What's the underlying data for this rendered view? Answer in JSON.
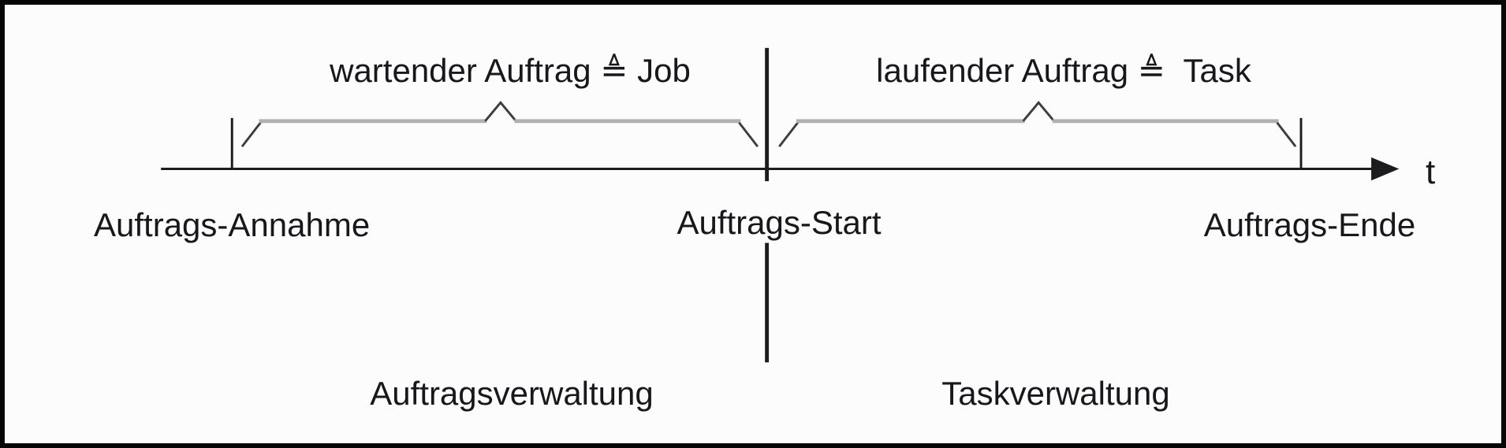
{
  "diagram": {
    "timeline": {
      "axis_label": "t"
    },
    "phases": [
      {
        "label": "wartender Auftrag ≜ Job"
      },
      {
        "label": "laufender Auftrag ≜  Task"
      }
    ],
    "events": [
      {
        "label": "Auftrags-Annahme"
      },
      {
        "label": "Auftrags-Start"
      },
      {
        "label": "Auftrags-Ende"
      }
    ],
    "sections": [
      {
        "label": "Auftragsverwaltung"
      },
      {
        "label": "Taskverwaltung"
      }
    ],
    "colors": {
      "line": "#1c1c1f",
      "brace_bar": "#b0b0b0",
      "brace_accent": "#3d3d40",
      "text": "#17171c"
    }
  }
}
